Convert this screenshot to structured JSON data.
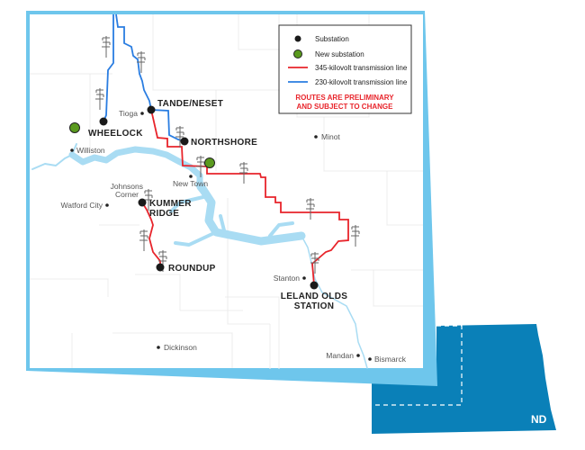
{
  "legend": {
    "substation": "Substation",
    "new_substation": "New substation",
    "line_345": "345-kilovolt transmission line",
    "line_230": "230-kilovolt transmission line",
    "notice_line1": "ROUTES ARE PRELIMINARY",
    "notice_line2": "AND SUBJECT TO CHANGE"
  },
  "colors": {
    "line_345": "#e8242b",
    "line_230": "#2a7de1",
    "new_substation": "#5a9a1e",
    "substation": "#1a1a1a",
    "water": "#a9dcf3",
    "frame": "#6ec6ec",
    "state": "#0a80b8"
  },
  "substations": {
    "wheelock": "WHEELOCK",
    "tande": "TANDE/NESET",
    "northshore": "NORTHSHORE",
    "kummer_1": "KUMMER",
    "kummer_2": "RIDGE",
    "roundup": "ROUNDUP",
    "leland_1": "LELAND OLDS",
    "leland_2": "STATION"
  },
  "cities": {
    "williston": "Williston",
    "tioga": "Tioga",
    "minot": "Minot",
    "new_town": "New Town",
    "johnsons_1": "Johnsons",
    "johnsons_2": "Corner",
    "watford": "Watford City",
    "stanton": "Stanton",
    "dickinson": "Dickinson",
    "mandan": "Mandan",
    "bismarck": "Bismarck"
  },
  "state_label": "ND"
}
